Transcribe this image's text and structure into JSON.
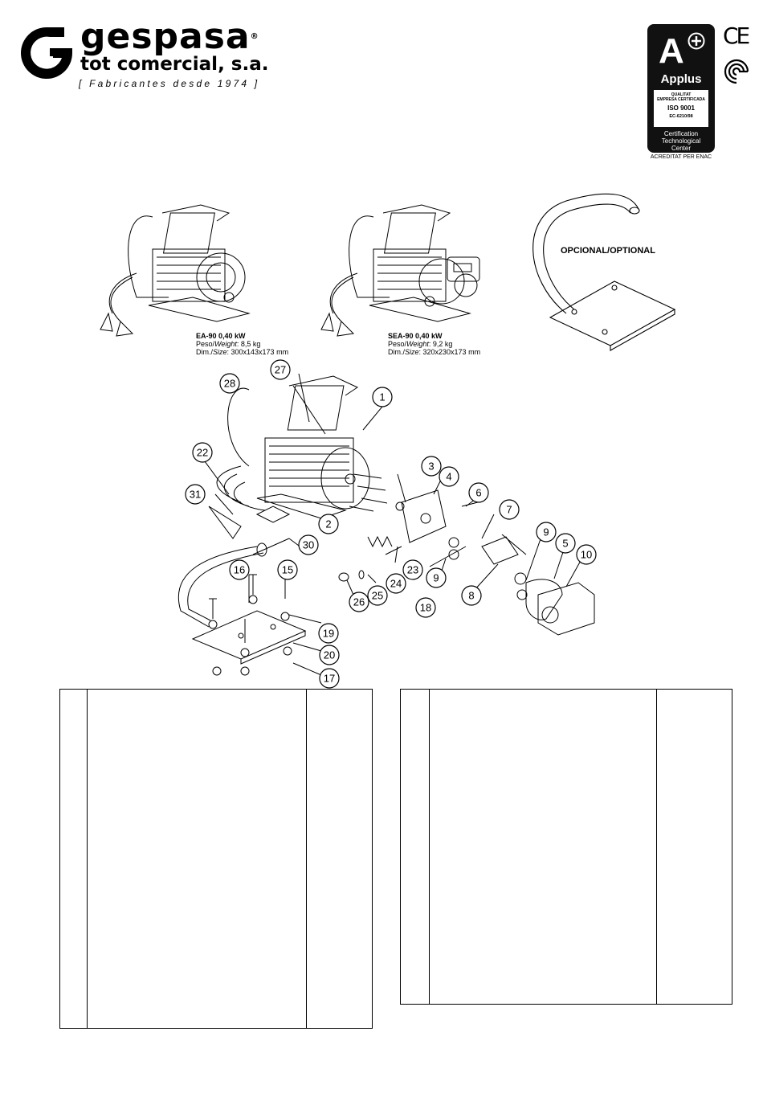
{
  "header": {
    "brand_name": "gespasa",
    "brand_reg": "®",
    "brand_sub": "tot comercial, s.a.",
    "tagline": "[ Fabricantes desde 1974 ]"
  },
  "certification": {
    "grade": "A",
    "body": "Applus",
    "line1": "QUALITAT",
    "line2": "EMPRESA CERTIFICADA",
    "iso": "ISO 9001",
    "code": "EC-6210/98",
    "center_1": "Certification",
    "center_2": "Technological",
    "center_3": "Center",
    "accredited": "ACREDITAT PER ENAC",
    "ce_mark": "CE"
  },
  "models": [
    {
      "title": "EA-90 0,40 kW",
      "weight_label": "Peso/",
      "weight_label_en": "Weight",
      "weight_value": ": 8,5 kg",
      "size_label": "Dim./",
      "size_label_en": "Size",
      "size_value": ": 300x143x173 mm"
    },
    {
      "title": "SEA-90 0,40 kW",
      "weight_label": "Peso/",
      "weight_label_en": "Weight",
      "weight_value": ": 9,2 kg",
      "size_label": "Dim./",
      "size_label_en": "Size",
      "size_value": ": 320x230x173 mm"
    }
  ],
  "optional_label": "OPCIONAL/OPTIONAL",
  "callouts": [
    "1",
    "2",
    "3",
    "4",
    "5",
    "6",
    "7",
    "8",
    "9",
    "9",
    "10",
    "15",
    "16",
    "17",
    "18",
    "19",
    "20",
    "22",
    "23",
    "24",
    "25",
    "26",
    "27",
    "28",
    "30",
    "31"
  ],
  "colors": {
    "ink": "#000000",
    "paper": "#ffffff",
    "badge": "#111111"
  }
}
